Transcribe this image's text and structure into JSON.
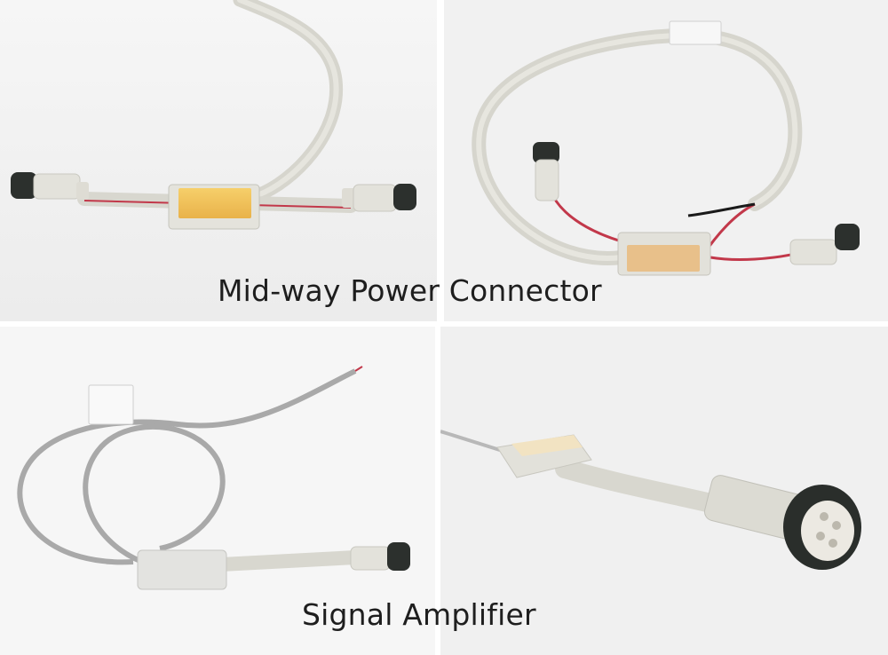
{
  "captions": {
    "top": "Mid-way Power Connector",
    "bottom": "Signal Amplifier"
  },
  "icons": {
    "p1": "mid-way-connector-straight-photo",
    "p2": "mid-way-connector-loop-photo",
    "p3": "signal-amplifier-coiled-photo",
    "p4": "signal-amplifier-closeup-photo"
  },
  "colors": {
    "cable": "#dcdbd4",
    "amber_window": "#f3c45a",
    "connector_nut": "#2a2e2b",
    "wire_red": "#c0394b",
    "wire_black": "#1a1a1a",
    "gray_cable": "#a9a9a9"
  }
}
